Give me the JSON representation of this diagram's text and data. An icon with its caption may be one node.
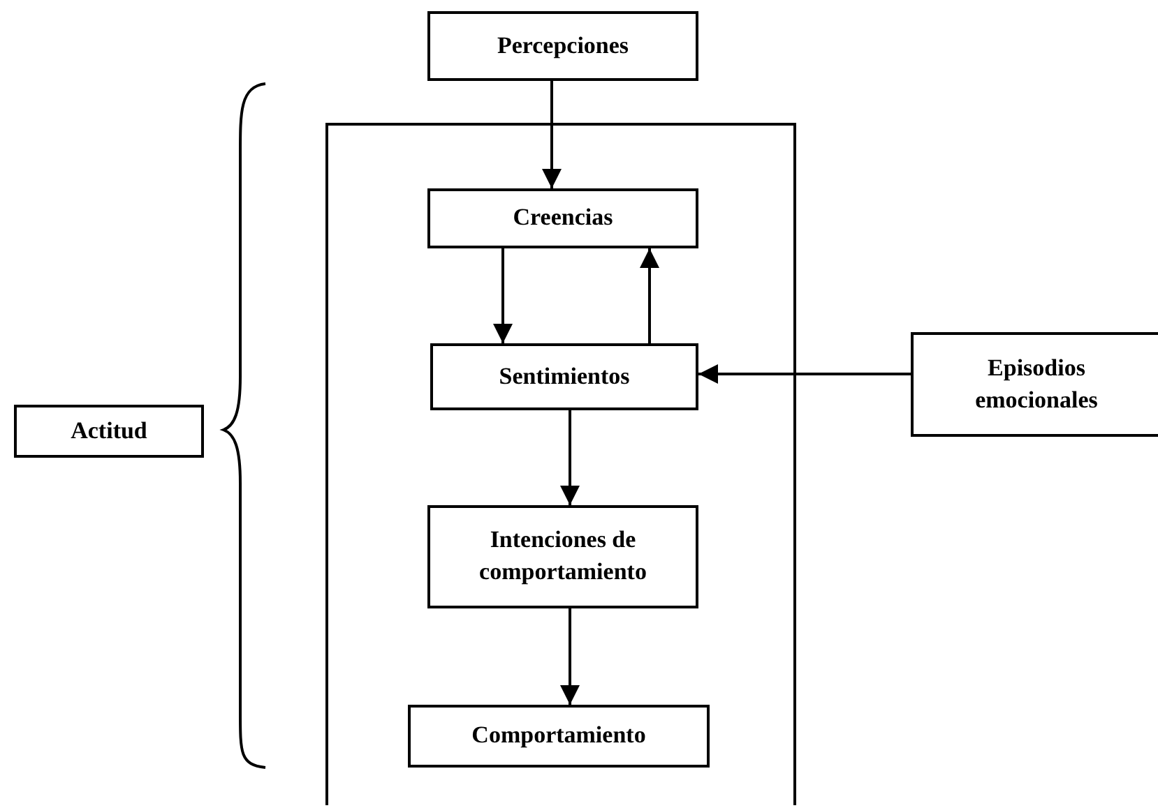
{
  "diagram": {
    "nodes": [
      {
        "text": [
          "Percepciones"
        ]
      },
      {
        "text": [],
        "shape": "box"
      },
      {
        "text": [
          "Creencias"
        ],
        "in": 1
      },
      {
        "text": [
          "Sentimientos"
        ],
        "in": 1
      },
      {
        "text": [
          "Episodios emocionales"
        ]
      },
      {
        "text": [
          "Actitud"
        ]
      },
      {
        "text": [
          "Intenciones de comportamiento"
        ],
        "in": 1
      },
      {
        "text": [
          "Comportamiento"
        ],
        "in": 1
      }
    ],
    "edges": [
      {
        "from": 0,
        "to": 2,
        "arrow": "to"
      },
      {
        "from": 2,
        "to": 3,
        "arrow": "to"
      },
      {
        "from": 3,
        "to": 2,
        "arrow": "to"
      },
      {
        "from": 4,
        "to": 3,
        "arrow": "to"
      },
      {
        "from": 3,
        "to": 6,
        "arrow": "to"
      },
      {
        "from": 6,
        "to": 7,
        "arrow": "to"
      }
    ]
  }
}
